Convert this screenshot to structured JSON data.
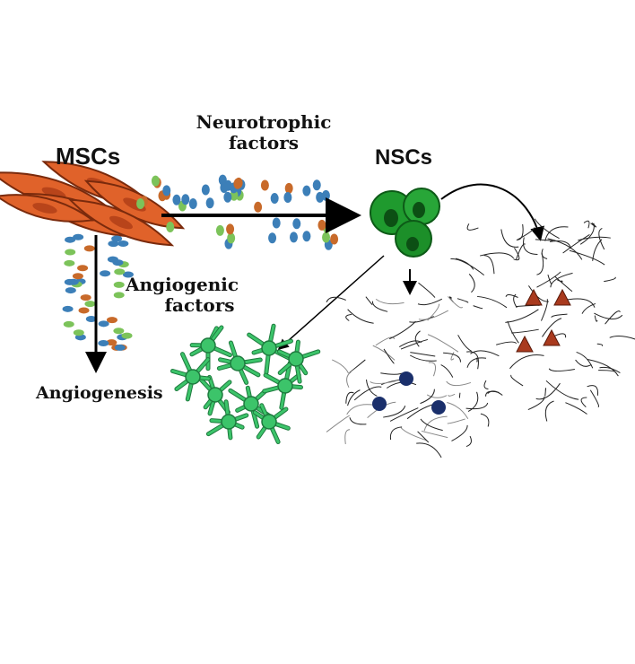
{
  "labels": {
    "mscs": "MSCs",
    "nscs": "NSCs",
    "neurotrophic_line1": "Neurotrophic",
    "neurotrophic_line2": "factors",
    "angiogenic_line1": "Angiogenic",
    "angiogenic_line2": "factors",
    "angiogenesis": "Angiogenesis"
  },
  "colors": {
    "msc_fill": "#e0622a",
    "msc_stroke": "#7a2a0c",
    "nsc_fill": "#1f9a2e",
    "factor_blue": "#3c7fb8",
    "factor_orange": "#c86a2a",
    "factor_green": "#7cc35a",
    "astrocyte": "#3cc46a",
    "oligo_node": "#1a2f6b",
    "neuron": "#a93a1e"
  },
  "icons": [
    "msc-cell-icon",
    "nsc-cluster-icon",
    "astrocyte-icon",
    "oligodendrocyte-icon",
    "neuron-icon"
  ]
}
